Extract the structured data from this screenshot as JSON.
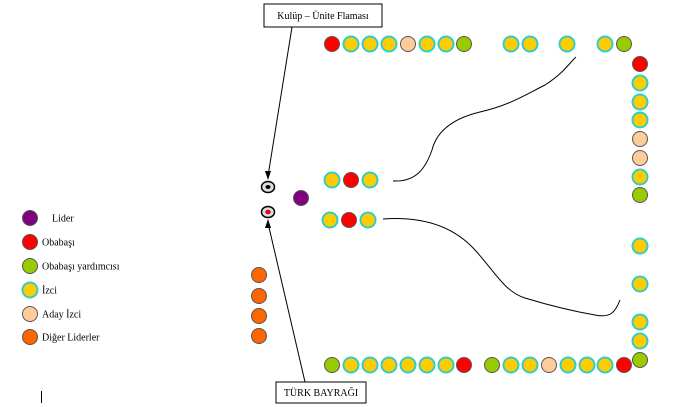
{
  "colors": {
    "lider": "#800080",
    "obabasi": "#ff0000",
    "obabasi_yardimcisi": "#99cc00",
    "izci": "#ffcc00",
    "izci_ring": "#33cccc",
    "aday_izci": "#ffcc99",
    "diger_liderler": "#ff6600"
  },
  "legend": [
    {
      "key": "lider",
      "label": "Lider"
    },
    {
      "key": "obabasi",
      "label": "Obabaşı"
    },
    {
      "key": "obabasi_yardimcisi",
      "label": "Obabaşı yardımcısı"
    },
    {
      "key": "izci",
      "label": "İzci"
    },
    {
      "key": "aday_izci",
      "label": "Aday İzci"
    },
    {
      "key": "diger_liderler",
      "label": "Diğer Liderler"
    }
  ],
  "callouts": {
    "flag_club": "Kulüp – Ünite Flaması",
    "flag_turkish": "TÜRK BAYRAĞI"
  }
}
